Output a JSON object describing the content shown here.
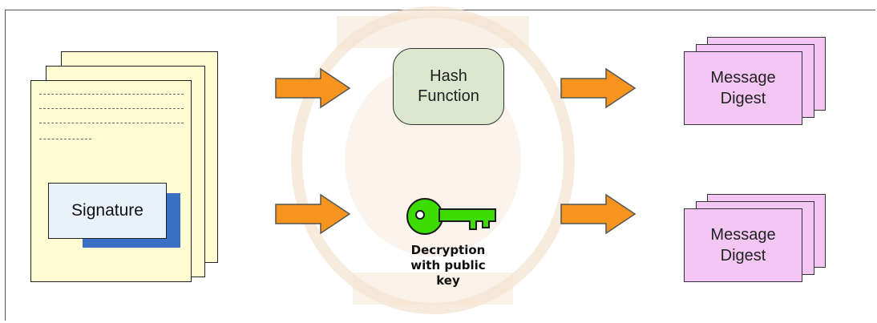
{
  "diagram": {
    "signature_label": "Signature",
    "hash_function": {
      "line1": "Hash",
      "line2": "Function"
    },
    "digest_top": {
      "line1": "Message",
      "line2": "Digest"
    },
    "digest_bottom": {
      "line1": "Message",
      "line2": "Digest"
    },
    "decryption_label": {
      "line1": "Decryption",
      "line2": "with public",
      "line3": "key"
    }
  },
  "colors": {
    "arrow_fill": "#f7941d",
    "hash_box_fill": "#dbe7cf",
    "digest_fill": "#f3c6f3",
    "document_fill": "#fffbd2",
    "signature_fill": "#e9f1fb",
    "signature_shadow": "#3a6fc4",
    "key_fill": "#3cdc00"
  },
  "icons": {
    "key": "key-icon",
    "arrow": "right-arrow-icon",
    "document_stack": "document-stack-icon"
  }
}
